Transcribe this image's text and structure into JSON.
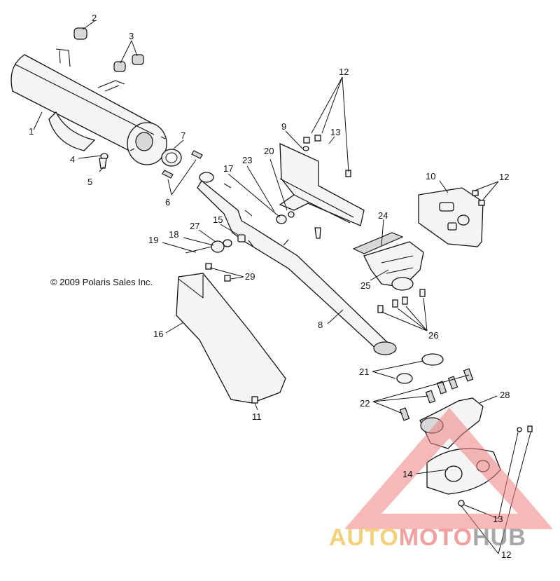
{
  "copyright": "© 2009 Polaris Sales Inc.",
  "callouts": {
    "c1": "1",
    "c2": "2",
    "c3": "3",
    "c4": "4",
    "c5": "5",
    "c6": "6",
    "c7": "7",
    "c8": "8",
    "c9": "9",
    "c10": "10",
    "c11": "11",
    "c12a": "12",
    "c12b": "12",
    "c12c": "12",
    "c13a": "13",
    "c13b": "13",
    "c14": "14",
    "c15": "15",
    "c16": "16",
    "c17": "17",
    "c18": "18",
    "c19": "19",
    "c20": "20",
    "c21": "21",
    "c22": "22",
    "c23": "23",
    "c24": "24",
    "c25": "25",
    "c26": "26",
    "c27": "27",
    "c28": "28",
    "c29": "29"
  },
  "watermark": {
    "part1": "AUTO",
    "part2": "MOTO",
    "part3": "HUB",
    "colors": {
      "auto": "#f2c14e",
      "moto": "#f07f7f",
      "hub": "#8a8a8a",
      "triangle": "#f08080"
    }
  }
}
